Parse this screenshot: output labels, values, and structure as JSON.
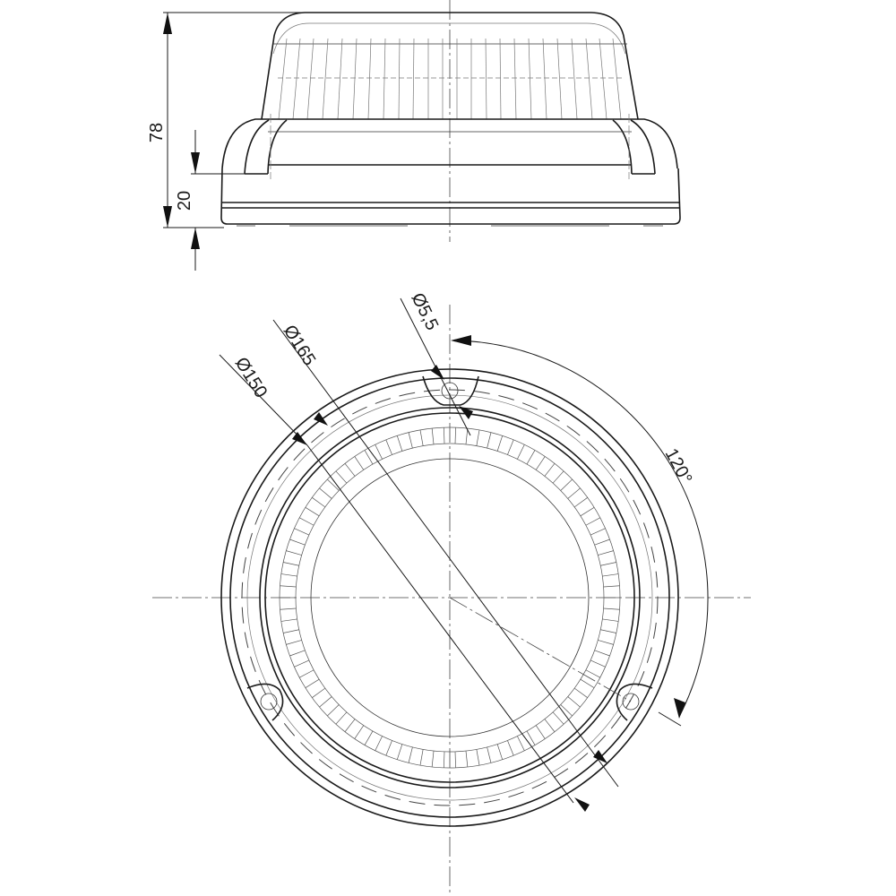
{
  "drawing": {
    "side_view": {
      "dim_total_height": "78",
      "dim_base_height": "20"
    },
    "top_view": {
      "dim_outer_diameter": "Ø165",
      "dim_mount_diameter": "Ø150",
      "dim_hole_diameter": "Ø5,5",
      "dim_hole_angle": "120°"
    }
  },
  "colors": {
    "line": "#1a1a1a",
    "background": "#ffffff"
  }
}
